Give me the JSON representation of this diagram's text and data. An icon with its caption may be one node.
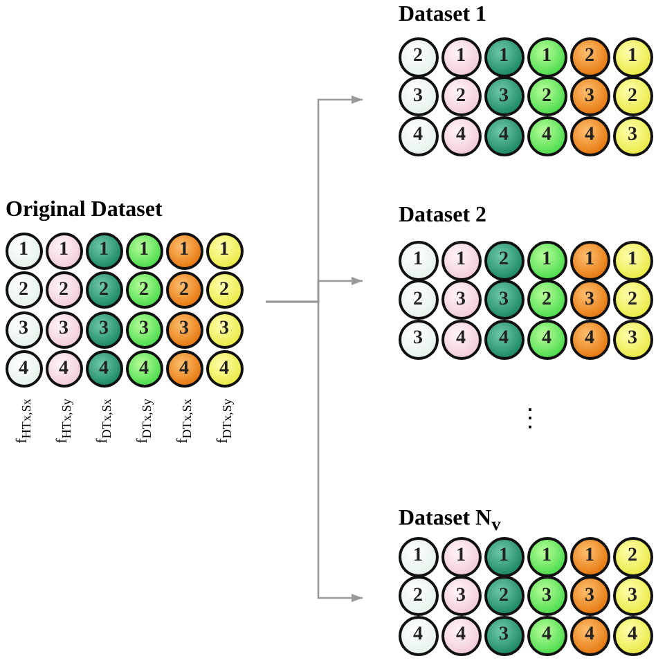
{
  "diagram": {
    "nodes": [
      {
        "text": [
          "Original Dataset"
        ]
      },
      {
        "text": [
          "1"
        ],
        "in": 0
      },
      {
        "text": [
          "1"
        ],
        "in": 0
      },
      {
        "text": [
          "1"
        ],
        "in": 0
      },
      {
        "text": [
          "1"
        ],
        "in": 0
      },
      {
        "text": [
          "1"
        ],
        "in": 0
      },
      {
        "text": [
          "1"
        ],
        "in": 0
      },
      {
        "text": [
          "2"
        ],
        "in": 0
      },
      {
        "text": [
          "2"
        ],
        "in": 0
      },
      {
        "text": [
          "2"
        ],
        "in": 0
      },
      {
        "text": [
          "2"
        ],
        "in": 0
      },
      {
        "text": [
          "2"
        ],
        "in": 0
      },
      {
        "text": [
          "2"
        ],
        "in": 0
      },
      {
        "text": [
          "3"
        ],
        "in": 0
      },
      {
        "text": [
          "3"
        ],
        "in": 0
      },
      {
        "text": [
          "3"
        ],
        "in": 0
      },
      {
        "text": [
          "3"
        ],
        "in": 0
      },
      {
        "text": [
          "3"
        ],
        "in": 0
      },
      {
        "text": [
          "3"
        ],
        "in": 0
      },
      {
        "text": [
          "4"
        ],
        "in": 0
      },
      {
        "text": [
          "4"
        ],
        "in": 0
      },
      {
        "text": [
          "4"
        ],
        "in": 0
      },
      {
        "text": [
          "4"
        ],
        "in": 0
      },
      {
        "text": [
          "4"
        ],
        "in": 0
      },
      {
        "text": [
          "4"
        ],
        "in": 0
      },
      {
        "text": [
          "Dataset 1"
        ]
      },
      {
        "text": [
          "2"
        ],
        "in": 25
      },
      {
        "text": [
          "1"
        ],
        "in": 25
      },
      {
        "text": [
          "1"
        ],
        "in": 25
      },
      {
        "text": [
          "1"
        ],
        "in": 25
      },
      {
        "text": [
          "2"
        ],
        "in": 25
      },
      {
        "text": [
          "1"
        ],
        "in": 25
      },
      {
        "text": [
          "3"
        ],
        "in": 25
      },
      {
        "text": [
          "2"
        ],
        "in": 25
      },
      {
        "text": [
          "3"
        ],
        "in": 25
      },
      {
        "text": [
          "2"
        ],
        "in": 25
      },
      {
        "text": [
          "3"
        ],
        "in": 25
      },
      {
        "text": [
          "2"
        ],
        "in": 25
      },
      {
        "text": [
          "4"
        ],
        "in": 25
      },
      {
        "text": [
          "4"
        ],
        "in": 25
      },
      {
        "text": [
          "4"
        ],
        "in": 25
      },
      {
        "text": [
          "4"
        ],
        "in": 25
      },
      {
        "text": [
          "4"
        ],
        "in": 25
      },
      {
        "text": [
          "3"
        ],
        "in": 25
      },
      {
        "text": [
          "Dataset 2"
        ]
      },
      {
        "text": [
          "1"
        ],
        "in": 44
      },
      {
        "text": [
          "1"
        ],
        "in": 44
      },
      {
        "text": [
          "2"
        ],
        "in": 44
      },
      {
        "text": [
          "1"
        ],
        "in": 44
      },
      {
        "text": [
          "1"
        ],
        "in": 44
      },
      {
        "text": [
          "1"
        ],
        "in": 44
      },
      {
        "text": [
          "2"
        ],
        "in": 44
      },
      {
        "text": [
          "3"
        ],
        "in": 44
      },
      {
        "text": [
          "3"
        ],
        "in": 44
      },
      {
        "text": [
          "2"
        ],
        "in": 44
      },
      {
        "text": [
          "3"
        ],
        "in": 44
      },
      {
        "text": [
          "2"
        ],
        "in": 44
      },
      {
        "text": [
          "3"
        ],
        "in": 44
      },
      {
        "text": [
          "4"
        ],
        "in": 44
      },
      {
        "text": [
          "4"
        ],
        "in": 44
      },
      {
        "text": [
          "4"
        ],
        "in": 44
      },
      {
        "text": [
          "4"
        ],
        "in": 44
      },
      {
        "text": [
          "3"
        ],
        "in": 44
      },
      {
        "text": [
          "Dataset N$_{v}$"
        ]
      },
      {
        "text": [
          "1"
        ],
        "in": 63
      },
      {
        "text": [
          "1"
        ],
        "in": 63
      },
      {
        "text": [
          "1"
        ],
        "in": 63
      },
      {
        "text": [
          "1"
        ],
        "in": 63
      },
      {
        "text": [
          "1"
        ],
        "in": 63
      },
      {
        "text": [
          "2"
        ],
        "in": 63
      },
      {
        "text": [
          "2"
        ],
        "in": 63
      },
      {
        "text": [
          "3"
        ],
        "in": 63
      },
      {
        "text": [
          "2"
        ],
        "in": 63
      },
      {
        "text": [
          "3"
        ],
        "in": 63
      },
      {
        "text": [
          "3"
        ],
        "in": 63
      },
      {
        "text": [
          "3"
        ],
        "in": 63
      },
      {
        "text": [
          "4"
        ],
        "in": 63
      },
      {
        "text": [
          "4"
        ],
        "in": 63
      },
      {
        "text": [
          "3"
        ],
        "in": 63
      },
      {
        "text": [
          "4"
        ],
        "in": 63
      },
      {
        "text": [
          "4"
        ],
        "in": 63
      },
      {
        "text": [
          "4"
        ],
        "in": 63
      }
    ],
    "edges": [
      {
        "from": 0,
        "to": 25,
        "arrow": "to"
      },
      {
        "from": 0,
        "to": 44,
        "arrow": "to"
      },
      {
        "from": 0,
        "to": 63,
        "arrow": "to"
      }
    ],
    "labels": [
      "f$_{HTx,Sx}$",
      "f$_{HTx,Sy}$",
      "f$_{DTx,Sx}$",
      "f$_{DTx,Sy}$",
      "f$_{DTx,Sx}$",
      "f$_{DTx,Sy}$",
      "⋮"
    ]
  }
}
